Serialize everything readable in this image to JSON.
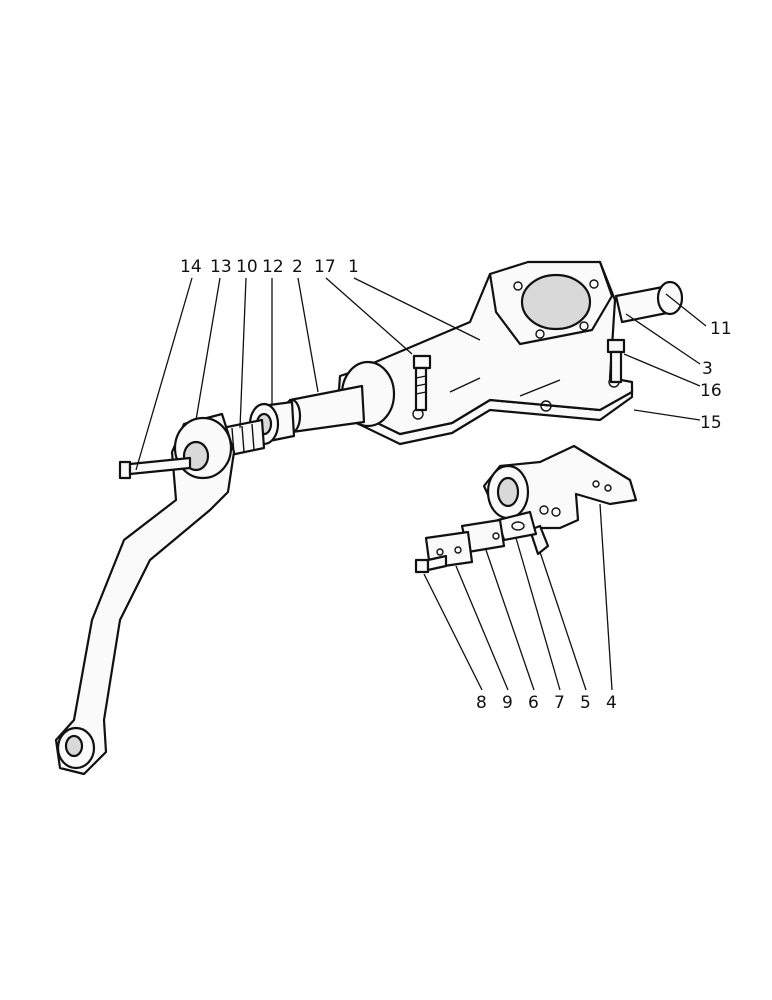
{
  "diagram": {
    "callouts": {
      "c14": "14",
      "c13": "13",
      "c10": "10",
      "c12": "12",
      "c2": "2",
      "c17": "17",
      "c1": "1",
      "c11": "11",
      "c3": "3",
      "c16": "16",
      "c15": "15",
      "c8": "8",
      "c9": "9",
      "c6": "6",
      "c7": "7",
      "c5": "5",
      "c4": "4"
    }
  }
}
